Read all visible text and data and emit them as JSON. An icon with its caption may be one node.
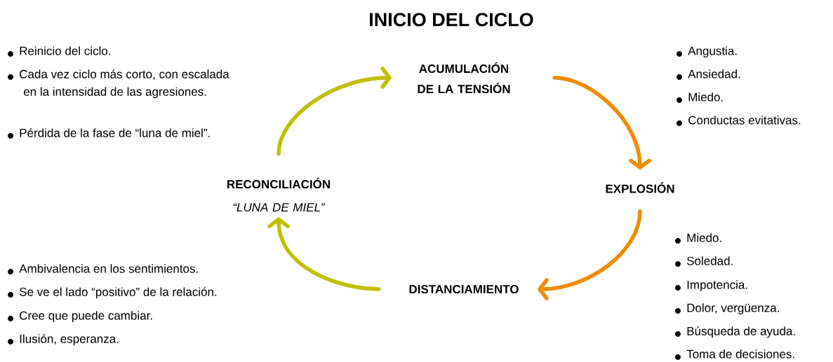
{
  "diagram": {
    "title": "INICIO DEL CICLO",
    "nodes": [
      {
        "text": [
          "ACUMULACIÓN DE LA TENSIÓN"
        ]
      },
      {
        "text": [
          "EXPLOSIÓN"
        ]
      },
      {
        "text": [
          "DISTANCIAMIENTO"
        ]
      },
      {
        "text": [
          "RECONCILIACIÓN",
          "“LUNA DE MIEL”"
        ]
      }
    ],
    "edges": [
      {
        "from": 0,
        "to": 1,
        "arrow": "to",
        "color": "#f08c00"
      },
      {
        "from": 1,
        "to": 2,
        "arrow": "to",
        "color": "#f08c00"
      },
      {
        "from": 2,
        "to": 3,
        "arrow": "to",
        "color": "#c0bf00"
      },
      {
        "from": 3,
        "to": 0,
        "arrow": "to",
        "color": "#c0bf00"
      }
    ],
    "labels": [
      "Reinicio del ciclo.",
      "Cada vez ciclo más corto, con escalada en la intensidad de las agresiones.",
      "Pérdida de la fase de “luna de miel”.",
      "Angustia.",
      "Ansiedad.",
      "Miedo.",
      "Conductas evitativas.",
      "Miedo.",
      "Soledad.",
      "Impotencia.",
      "Dolor, vergüenza.",
      "Búsqueda de ayuda.",
      "Toma de decisiones.",
      "Ambivalencia en los sentimientos.",
      "Se ve el lado “positivo” de la relación.",
      "Cree que puede cambiar.",
      "Ilusión, esperanza."
    ]
  }
}
